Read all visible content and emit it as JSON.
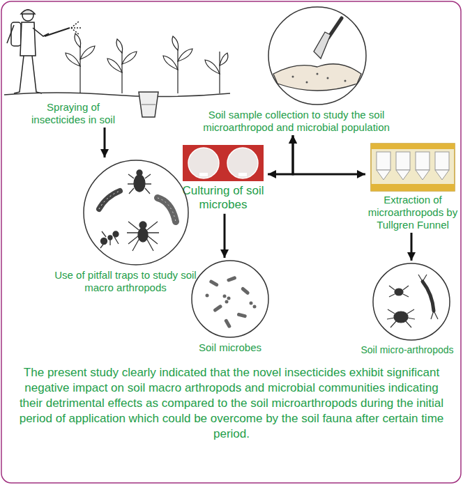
{
  "diagram": {
    "caption": "The present study clearly indicated that the novel insecticides exhibit significant negative impact on soil macro arthropods and microbial communities indicating their detrimental effects as compared to the soil microarthropods during the initial period of application which could be overcome by the soil fauna after certain time period.",
    "nodes": [
      {
        "text": [
          "Spraying of insecticides in soil"
        ]
      },
      {
        "text": [
          "Soil sample collection to study the soil microarthropod and microbial population"
        ]
      },
      {
        "text": [
          "Culturing of soil microbes"
        ]
      },
      {
        "text": [
          "Extraction of microarthropods by Tullgren Funnel"
        ]
      },
      {
        "text": [
          "Use of pitfall traps to study soil macro arthropods"
        ]
      },
      {
        "text": [
          "Soil microbes"
        ]
      },
      {
        "text": [
          "Soil micro-arthropods"
        ]
      }
    ],
    "edges": [
      {
        "from": 0,
        "to": 4,
        "arrow": "to"
      },
      {
        "from": 1,
        "to": 2,
        "arrow": "both"
      },
      {
        "from": 1,
        "to": 3,
        "arrow": "both"
      },
      {
        "from": 2,
        "to": 5,
        "arrow": "to"
      },
      {
        "from": 3,
        "to": 6,
        "arrow": "to"
      }
    ]
  }
}
